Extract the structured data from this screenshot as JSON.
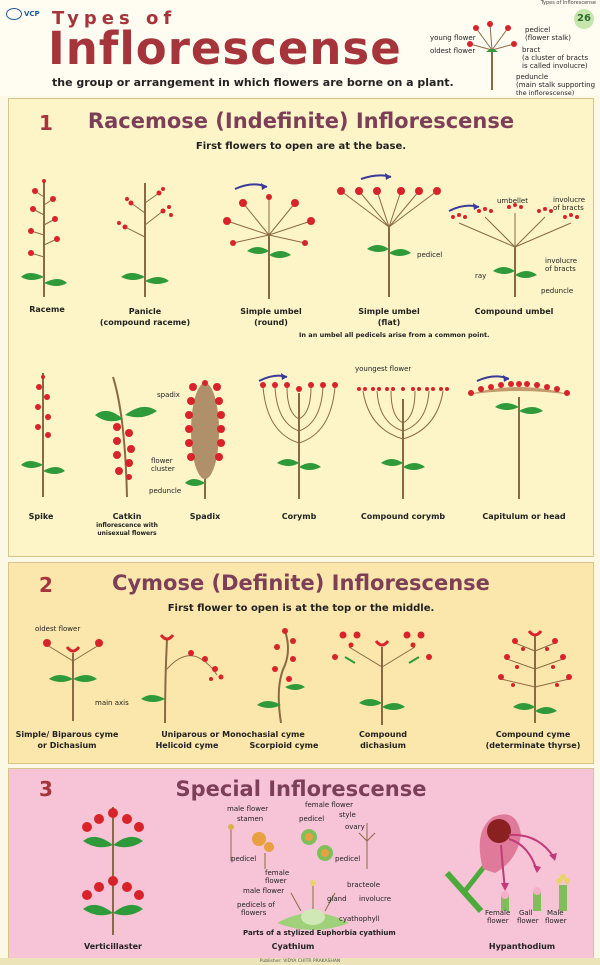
{
  "header": {
    "logo": "VCP",
    "title_small": "Types of",
    "title_large": "Inflorescense",
    "subtitle": "the group or arrangement in which flowers are borne on a plant.",
    "chart_name": "Types of Inflorescense",
    "chart_number": "26",
    "diagram_labels": {
      "young_flower": "young flower",
      "oldest_flower": "oldest flower",
      "pedicel": "pedicel",
      "pedicel_sub": "(flower stalk)",
      "bract": "bract",
      "bract_sub1": "(a cluster of bracts",
      "bract_sub2": "is called involucre)",
      "peduncle": "peduncle",
      "peduncle_sub1": "(main stalk supporting",
      "peduncle_sub2": "the inflorescense)"
    }
  },
  "colors": {
    "flower": "#d8232a",
    "stem": "#8a6a43",
    "leaf": "#2f9a3a",
    "arrow": "#3a3a9a",
    "title": "#a5343b",
    "heading": "#7d3f58"
  },
  "section1": {
    "number": "1",
    "title": "Racemose (Indefinite) Inflorescense",
    "description": "First flowers to open are at the base.",
    "row1": {
      "raceme": "Raceme",
      "panicle": "Panicle",
      "panicle_sub": "(compound raceme)",
      "umbel_round": "Simple umbel",
      "umbel_round_sub": "(round)",
      "umbel_flat": "Simple umbel",
      "umbel_flat_sub": "(flat)",
      "compound_umbel": "Compound umbel",
      "note": "In an umbel all pedicels arise from a common point.",
      "lbl_pedicel": "pedicel",
      "lbl_umbellet": "umbellet",
      "lbl_involucre_bracts1": "involucre",
      "lbl_involucre_bracts1b": "of bracts",
      "lbl_involucre_bracts2": "involucre",
      "lbl_involucre_bracts2b": "of bracts",
      "lbl_ray": "ray",
      "lbl_peduncle": "peduncle"
    },
    "row2": {
      "spike": "Spike",
      "catkin": "Catkin",
      "catkin_sub1": "inflorescence with",
      "catkin_sub2": "unisexual flowers",
      "spadix": "Spadix",
      "corymb": "Corymb",
      "compound_corymb": "Compound corymb",
      "capitulum": "Capitulum or head",
      "lbl_spadix": "spadix",
      "lbl_flower_cluster1": "flower",
      "lbl_flower_cluster2": "cluster",
      "lbl_peduncle": "peduncle",
      "lbl_youngest": "youngest flower"
    }
  },
  "section2": {
    "number": "2",
    "title": "Cymose (Definite) Inflorescense",
    "description": "First flower to open is at the top or the middle.",
    "lbl_oldest": "oldest flower",
    "lbl_main_axis": "main axis",
    "simple1": "Simple/ Biparous cyme",
    "simple2": "or Dichasium",
    "uniparous1": "Uniparous or Monochasial cyme",
    "helicoid": "Helicoid cyme",
    "scorpioid": "Scorpioid cyme",
    "compound1": "Compound",
    "compound2": "dichasium",
    "compcyme1": "Compound cyme",
    "compcyme2": "(determinate thyrse)"
  },
  "section3": {
    "number": "3",
    "title": "Special Inflorescense",
    "verticillaster": "Verticillaster",
    "cyathium": "Cyathium",
    "hypanthodium": "Hypanthodium",
    "cy_labels": {
      "male_flower": "male flower",
      "stamen": "stamen",
      "pedicel1": "pedicel",
      "female_flower": "female flower",
      "style": "style",
      "pedicel2": "pedicel",
      "ovary": "ovary",
      "pedicel3": "pedicel",
      "female_flower2a": "female",
      "female_flower2b": "flower",
      "male_flower2": "male flower",
      "bracteole": "bracteole",
      "gland": "gland",
      "involucre": "involucre",
      "pedicels_of1": "pedicels of",
      "pedicels_of2": "flowers",
      "cyathophyll": "cyathophyll",
      "caption": "Parts of a stylized Euphorbia cyathium"
    },
    "hyp_labels": {
      "female1": "Female",
      "female2": "flower",
      "gall1": "Gall",
      "gall2": "flower",
      "male1": "Male",
      "male2": "flower"
    }
  },
  "footer": "Publisher: VIDYA CHITR PRAKASHAN"
}
